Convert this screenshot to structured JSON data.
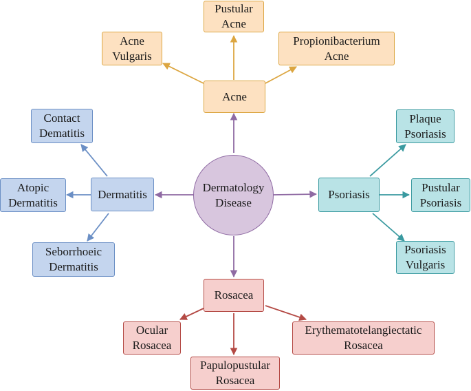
{
  "center": {
    "label": "Dermatology\nDisease"
  },
  "acne": {
    "label": "Acne",
    "children": [
      "Acne\nVulgaris",
      "Pustular\nAcne",
      "Propionibacterium\nAcne"
    ]
  },
  "dermatitis": {
    "label": "Dermatitis",
    "children": [
      "Contact\nDematitis",
      "Atopic\nDermatitis",
      "Seborrhoeic\nDermatitis"
    ]
  },
  "psoriasis": {
    "label": "Psoriasis",
    "children": [
      "Plaque\nPsoriasis",
      "Pustular\nPsoriasis",
      "Psoriasis\nVulgaris"
    ]
  },
  "rosacea": {
    "label": "Rosacea",
    "children": [
      "Ocular\nRosacea",
      "Papulopustular\nRosacea",
      "Erythematotelangiectatic\nRosacea"
    ]
  },
  "colors": {
    "center": "#8f6aa3",
    "acne": "#dca641",
    "dermatitis": "#6b8fc5",
    "psoriasis": "#3a9aa0",
    "rosacea": "#b44a45"
  }
}
